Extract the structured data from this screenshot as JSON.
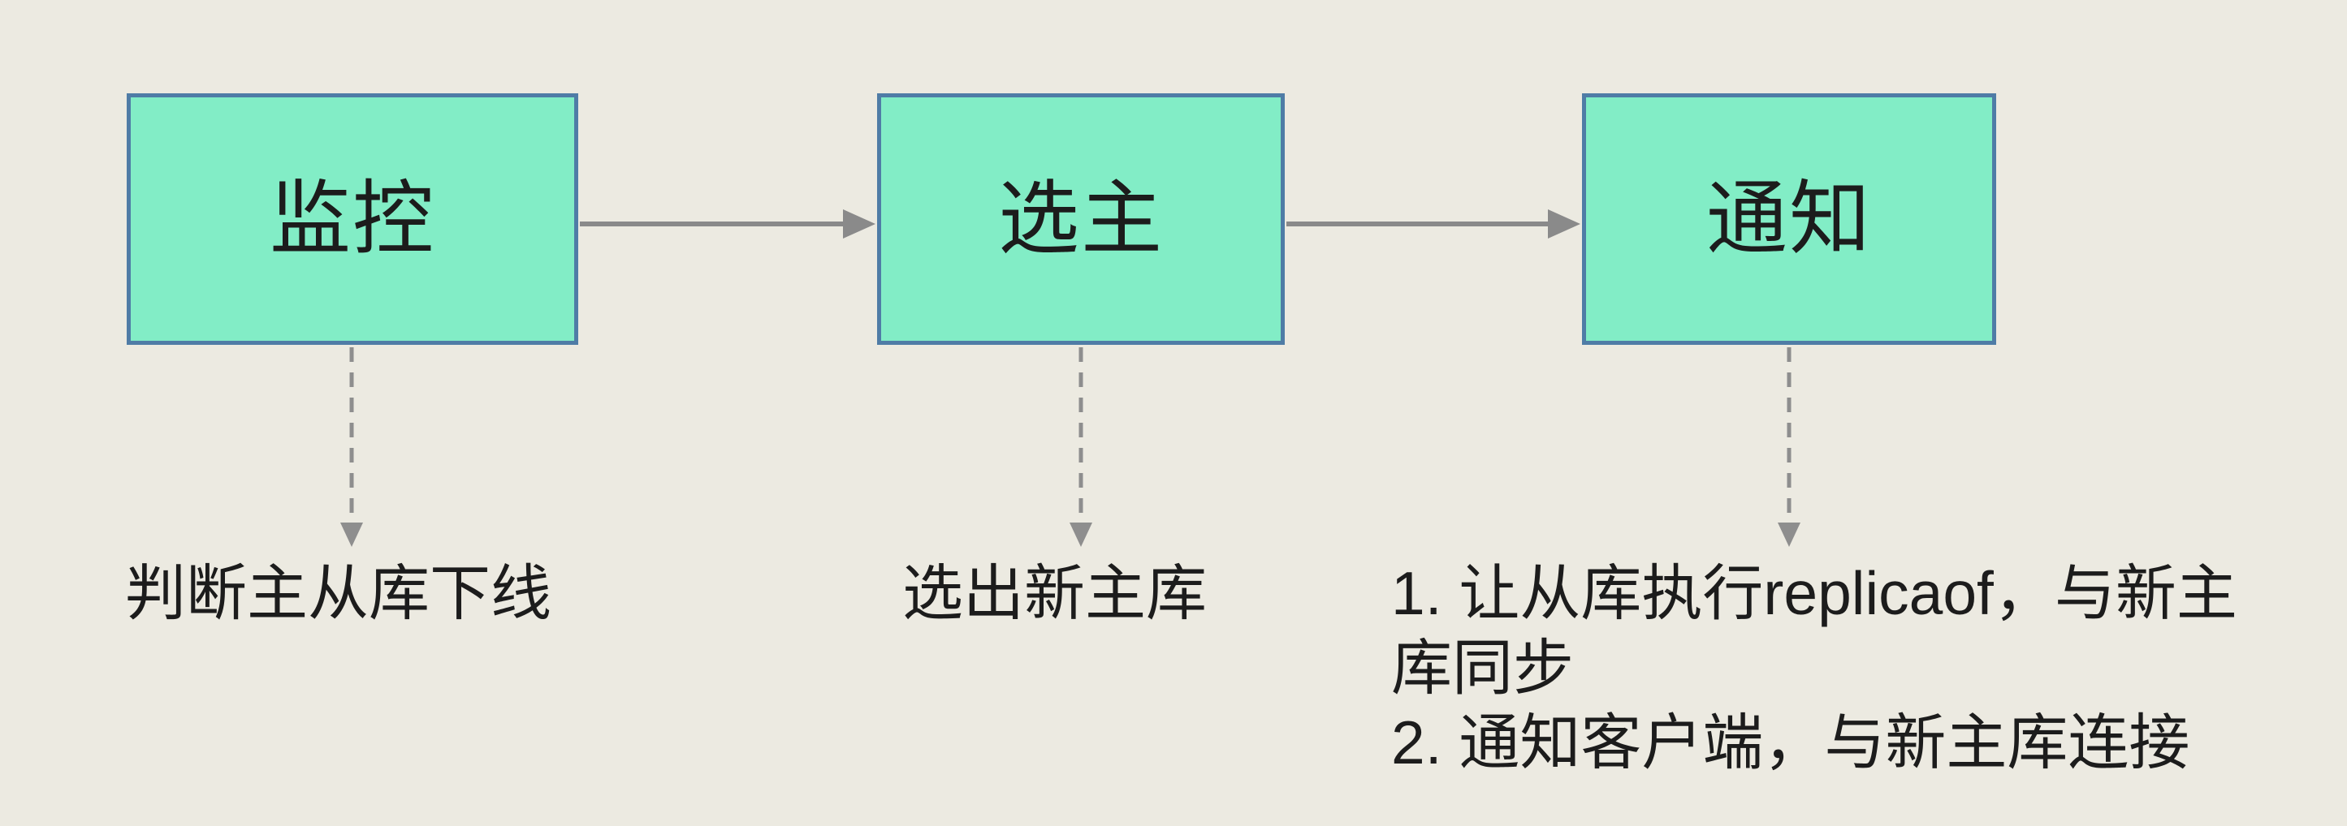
{
  "diagram": {
    "colors": {
      "background": "#ECEAE1",
      "box_fill": "#82EDC6",
      "box_border": "#4F7CA6",
      "arrow": "#8A8A8A",
      "dashed_arrow": "#8E8E8E",
      "text": "#1C1C1C"
    },
    "steps": [
      {
        "id": "monitor",
        "label": "监控",
        "annotation_lines": [
          "判断主从库下线"
        ]
      },
      {
        "id": "elect",
        "label": "选主",
        "annotation_lines": [
          "选出新主库"
        ]
      },
      {
        "id": "notify",
        "label": "通知",
        "annotation_lines": [
          "1. 让从库执行replicaof，与新主",
          "库同步",
          "2. 通知客户端，与新主库连接"
        ]
      }
    ]
  }
}
